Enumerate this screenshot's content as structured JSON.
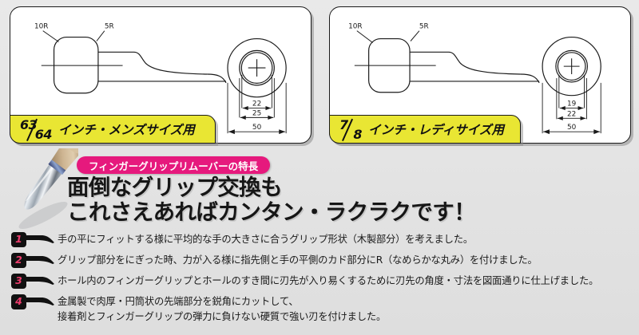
{
  "panels": [
    {
      "id": "mens",
      "callouts": {
        "corner_large": "10R",
        "corner_small": "5R"
      },
      "dimensions": {
        "inner": "22",
        "middle": "25",
        "outer": "50"
      },
      "size_label": {
        "numerator": "63",
        "denominator": "64",
        "text": "インチ・メンズサイズ用"
      }
    },
    {
      "id": "ladies",
      "callouts": {
        "corner_large": "10R",
        "corner_small": "5R"
      },
      "dimensions": {
        "inner": "19",
        "middle": "22",
        "outer": "50"
      },
      "size_label": {
        "numerator": "7",
        "denominator": "8",
        "text": "インチ・レディサイズ用"
      }
    }
  ],
  "headline": {
    "badge": "フィンガーグリップリムーバーの特長",
    "line1": "面倒なグリップ交換も",
    "line2": "これさえあればカンタン・ラクラクです！"
  },
  "features": [
    {
      "number": "1",
      "line1": "手の平にフィットする様に平均的な手の大きさに合うグリップ形状（木製部分）を考えました。",
      "line2": ""
    },
    {
      "number": "2",
      "line1": "グリップ部分をにぎった時、力が入る様に指先側と手の平側のカド部分にR（なめらかな丸み）を付けました。",
      "line2": ""
    },
    {
      "number": "3",
      "line1": "ホール内のフィンガーグリップとホールのすき間に刃先が入り易くするために刃先の角度・寸法を図面通りに仕上げました。",
      "line2": ""
    },
    {
      "number": "4",
      "line1": "金属製で肉厚・円筒状の先端部分を鋭角にカットして、",
      "line2": "接着剤とフィンガーグリップの弾力に負けない硬質で強い刃を付けました。"
    }
  ],
  "colors": {
    "badge_pink": "#e6197d",
    "marker_number_pink": "#ef3d6e",
    "size_bar_yellow": "#e9e633",
    "line_black": "#1a1a1a"
  }
}
